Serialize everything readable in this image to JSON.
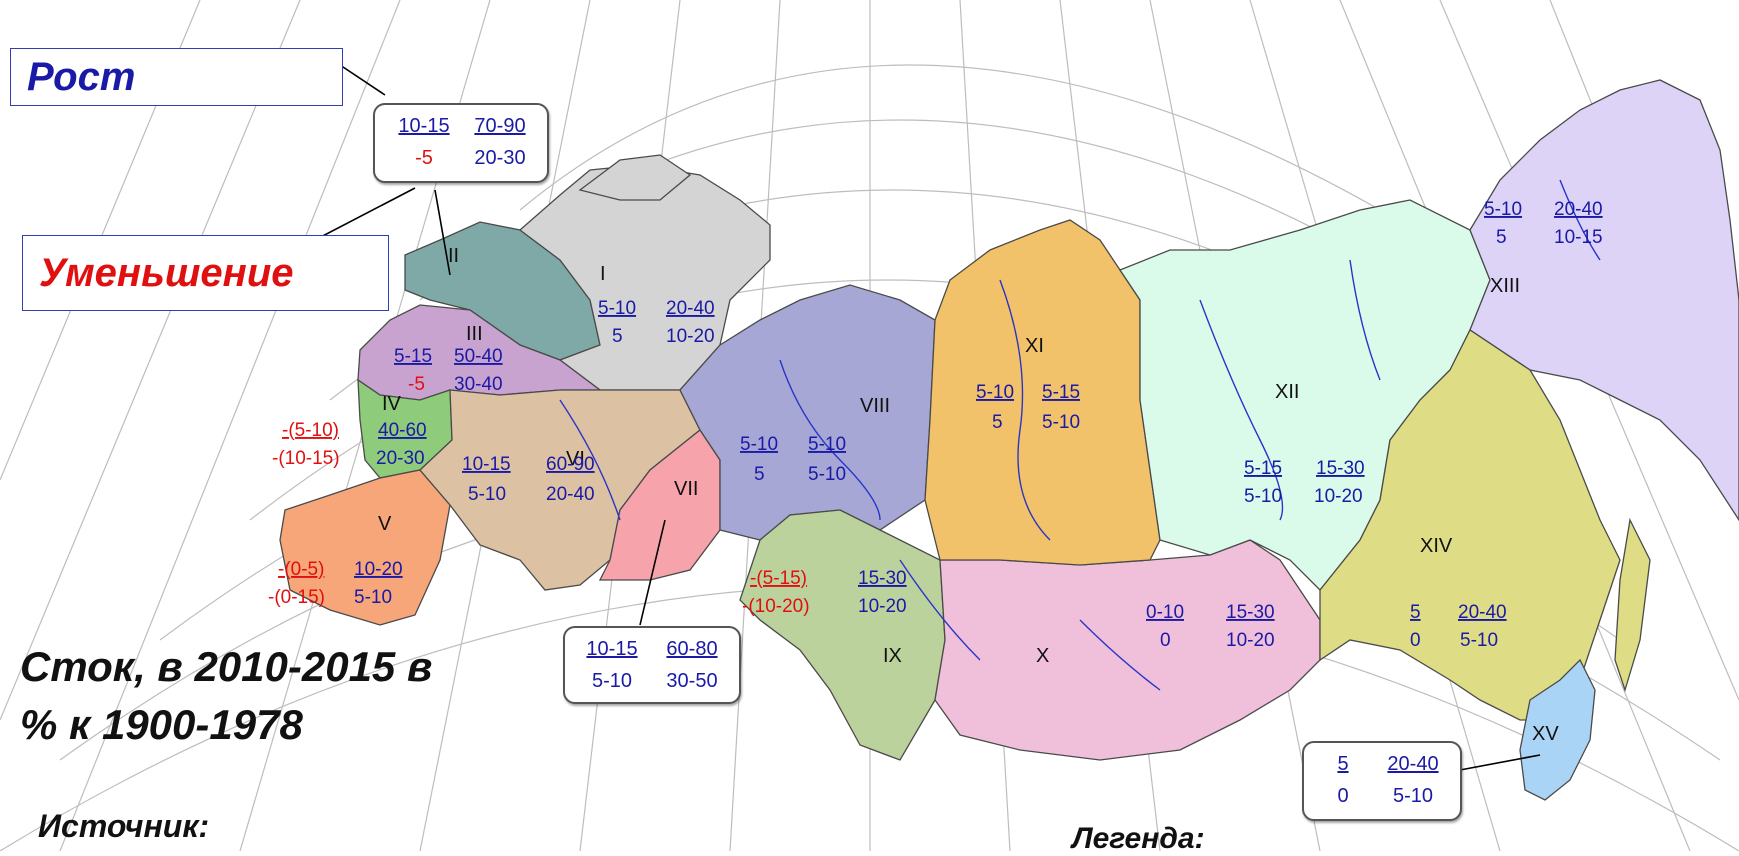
{
  "legend": {
    "growth_label": "Рост",
    "decrease_label": "Уменьшение",
    "colors": {
      "growth": "#1a1aa6",
      "decrease": "#e01010"
    }
  },
  "caption": {
    "title_line1": "Сток, в 2010-2015 в",
    "title_line2": "% к 1900-1978",
    "source_label": "Источник:",
    "legend_label": "Легенда:"
  },
  "callouts": {
    "top": {
      "a": "10-15",
      "b": "70-90",
      "c": "-5",
      "d": "20-30"
    },
    "mid": {
      "a": "10-15",
      "b": "60-80",
      "c": "5-10",
      "d": "30-50"
    },
    "east": {
      "a": "5",
      "b": "20-40",
      "c": "0",
      "d": "5-10"
    }
  },
  "regions": [
    {
      "id": "I",
      "color": "#d4d4d4",
      "values": [
        "5-10",
        "20-40",
        "5",
        "10-20"
      ]
    },
    {
      "id": "II",
      "color": "#7fa9a6",
      "values": []
    },
    {
      "id": "III",
      "color": "#c8a3d0",
      "values": [
        "5-15",
        "50-40",
        "-5",
        "30-40"
      ]
    },
    {
      "id": "IV",
      "color": "#8ecb7a",
      "values": [
        "-(5-10)",
        "40-60",
        "-(10-15)",
        "20-30"
      ]
    },
    {
      "id": "V",
      "color": "#f7a67a",
      "values": [
        "-(0-5)",
        "10-20",
        "-(0-15)",
        "5-10"
      ]
    },
    {
      "id": "VI",
      "color": "#dcc2a3",
      "values": [
        "10-15",
        "60-90",
        "5-10",
        "20-40"
      ]
    },
    {
      "id": "VII",
      "color": "#f7a3ab",
      "values": []
    },
    {
      "id": "VIII",
      "color": "#a7a7d6",
      "values": [
        "5-10",
        "5-10",
        "5",
        "5-10"
      ]
    },
    {
      "id": "IX",
      "color": "#bcd29d",
      "values": [
        "-(5-15)",
        "15-30",
        "-(10-20)",
        "10-20"
      ]
    },
    {
      "id": "X",
      "color": "#f0c0db",
      "values": [
        "0-10",
        "15-30",
        "0",
        "10-20"
      ]
    },
    {
      "id": "XI",
      "color": "#f2c26a",
      "values": [
        "5-10",
        "5-15",
        "5",
        "5-10"
      ]
    },
    {
      "id": "XII",
      "color": "#dbfbea",
      "values": [
        "5-15",
        "15-30",
        "5-10",
        "10-20"
      ]
    },
    {
      "id": "XIII",
      "color": "#dcd3f7",
      "values": [
        "5-10",
        "20-40",
        "5",
        "10-15"
      ]
    },
    {
      "id": "XIV",
      "color": "#dedd86",
      "values": [
        "5",
        "20-40",
        "0",
        "5-10"
      ]
    },
    {
      "id": "XV",
      "color": "#aad4f5",
      "values": []
    }
  ]
}
